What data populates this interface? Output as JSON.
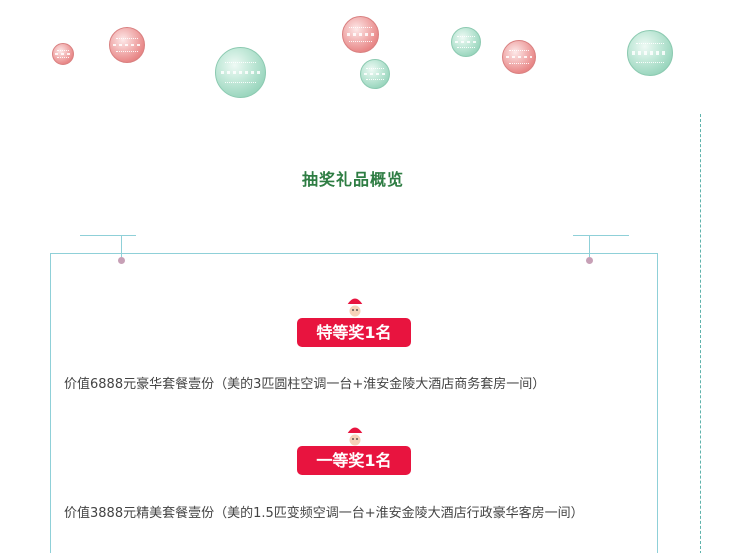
{
  "section": {
    "title": "抽奖礼品概览"
  },
  "prizes": [
    {
      "badge": "特等奖1名",
      "description": "价值6888元豪华套餐壹份（美的3匹圆柱空调一台+淮安金陵大酒店商务套房一间）"
    },
    {
      "badge": "一等奖1名",
      "description": "价值3888元精美套餐壹份（美的1.5匹变频空调一台+淮安金陵大酒店行政豪华客房一间）"
    }
  ],
  "decoration": {
    "ornaments": [
      {
        "color": "red",
        "icon": "christmas-ornament-icon"
      },
      {
        "color": "red",
        "icon": "christmas-ornament-icon"
      },
      {
        "color": "green",
        "icon": "christmas-ornament-icon"
      },
      {
        "color": "red",
        "icon": "christmas-ornament-icon"
      },
      {
        "color": "green",
        "icon": "christmas-ornament-icon"
      },
      {
        "color": "green",
        "icon": "christmas-ornament-icon"
      },
      {
        "color": "red",
        "icon": "christmas-ornament-icon"
      },
      {
        "color": "green",
        "icon": "christmas-ornament-icon"
      }
    ],
    "badge_icon": "santa-claus-icon"
  },
  "colors": {
    "title": "#2e7d43",
    "badge_background": "#e8143f",
    "frame_line": "#8fd0d8",
    "divider": "#5fb3ac",
    "ornament_red": "#e98a8a",
    "ornament_green": "#9fd8c1"
  }
}
